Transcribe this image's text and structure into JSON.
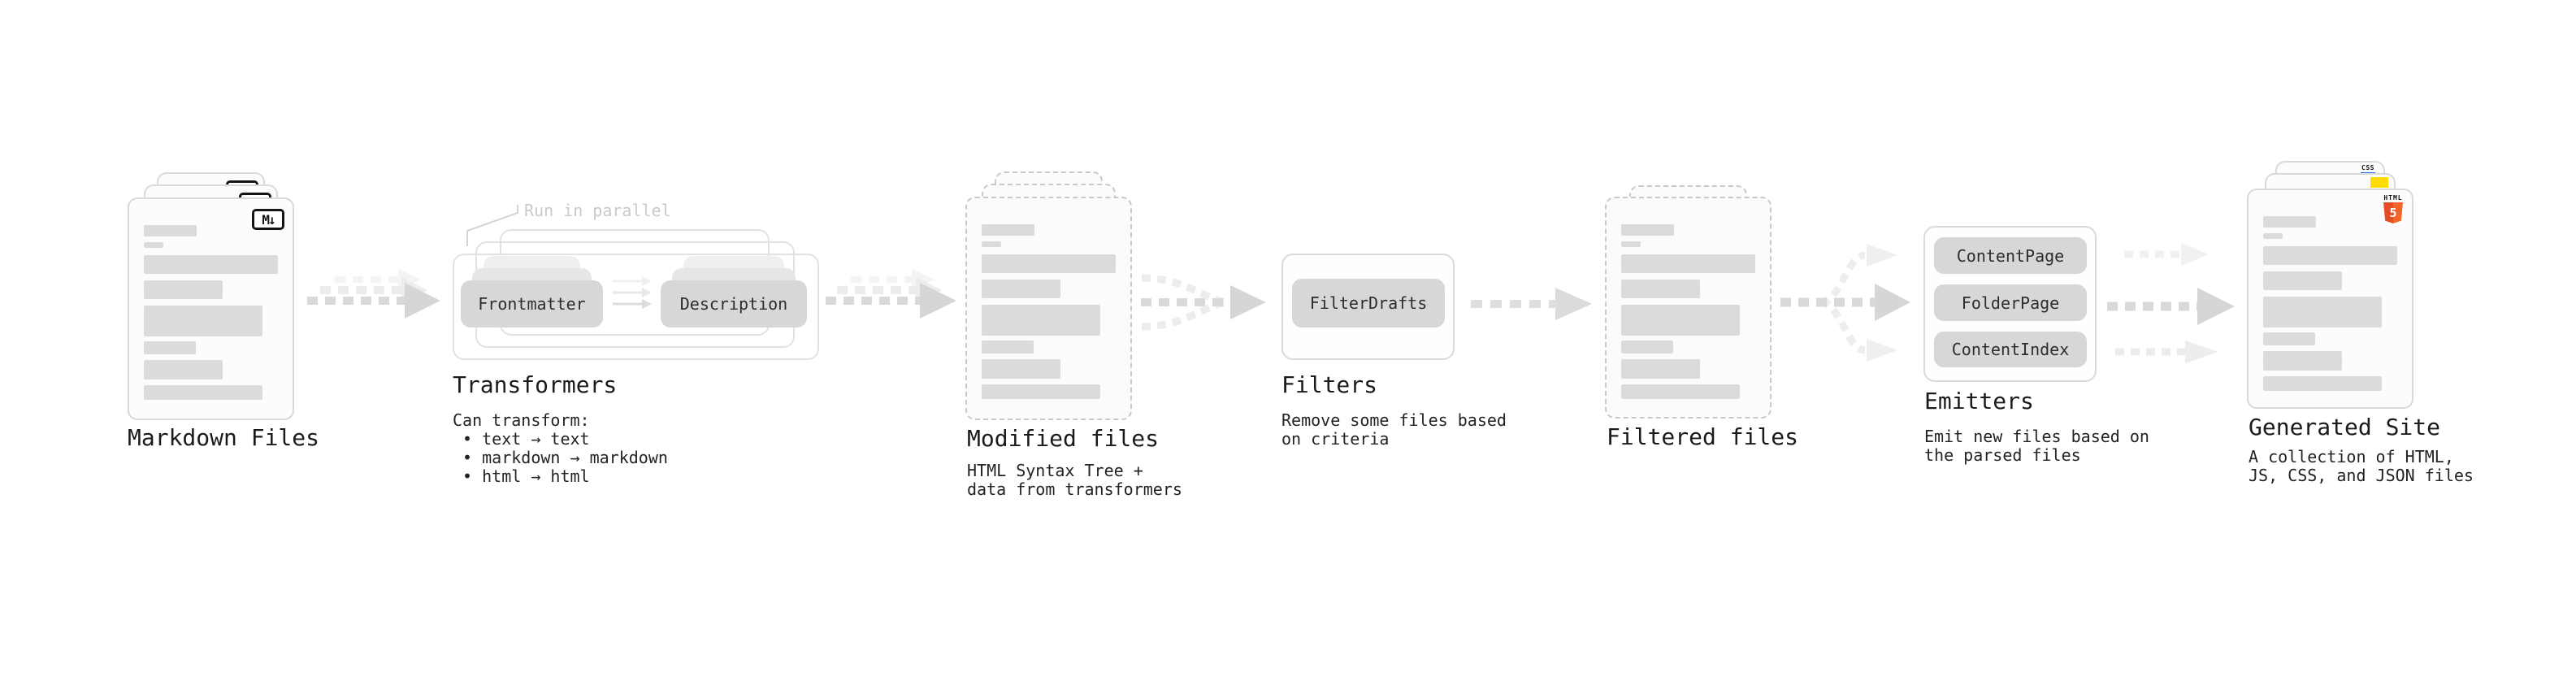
{
  "markdown": {
    "label": "Markdown Files",
    "icon": "M↓"
  },
  "transformers": {
    "label": "Transformers",
    "annotation": "Run in parallel",
    "pills": [
      "Frontmatter",
      "Description"
    ],
    "desc_title": "Can transform:",
    "bullets": [
      " • text → text",
      " • markdown → markdown",
      " • html → html"
    ]
  },
  "modified": {
    "label": "Modified files",
    "desc": [
      "HTML Syntax Tree +",
      "data from transformers"
    ]
  },
  "filters": {
    "label": "Filters",
    "pills": [
      "FilterDrafts"
    ],
    "desc": [
      "Remove some files based",
      "on criteria"
    ]
  },
  "filtered": {
    "label": "Filtered files"
  },
  "emitters": {
    "label": "Emitters",
    "pills": [
      "ContentPage",
      "FolderPage",
      "ContentIndex"
    ],
    "desc": [
      "Emit new files based on",
      "the parsed files"
    ]
  },
  "generated": {
    "label": "Generated Site",
    "desc": [
      "A collection of HTML,",
      "JS, CSS, and JSON files"
    ],
    "icons": {
      "html_label": "HTML",
      "html_digit": "5",
      "css_label": "CSS"
    }
  },
  "colors": {
    "heading_text": "#1b1b1b",
    "body_text": "#232323",
    "muted_annotation": "#c9c9c9",
    "card_border": "#d9d9d9",
    "dashed_border": "#c9c9c9",
    "pill_fill": "#d7d7d7",
    "bar_fill": "#dbdbdb",
    "arrow_dark": "#d9d9d9",
    "arrow_light": "#ececec",
    "html5_orange": "#f16529",
    "js_yellow": "#ffdd00",
    "css_blue": "#2e6bf0"
  }
}
